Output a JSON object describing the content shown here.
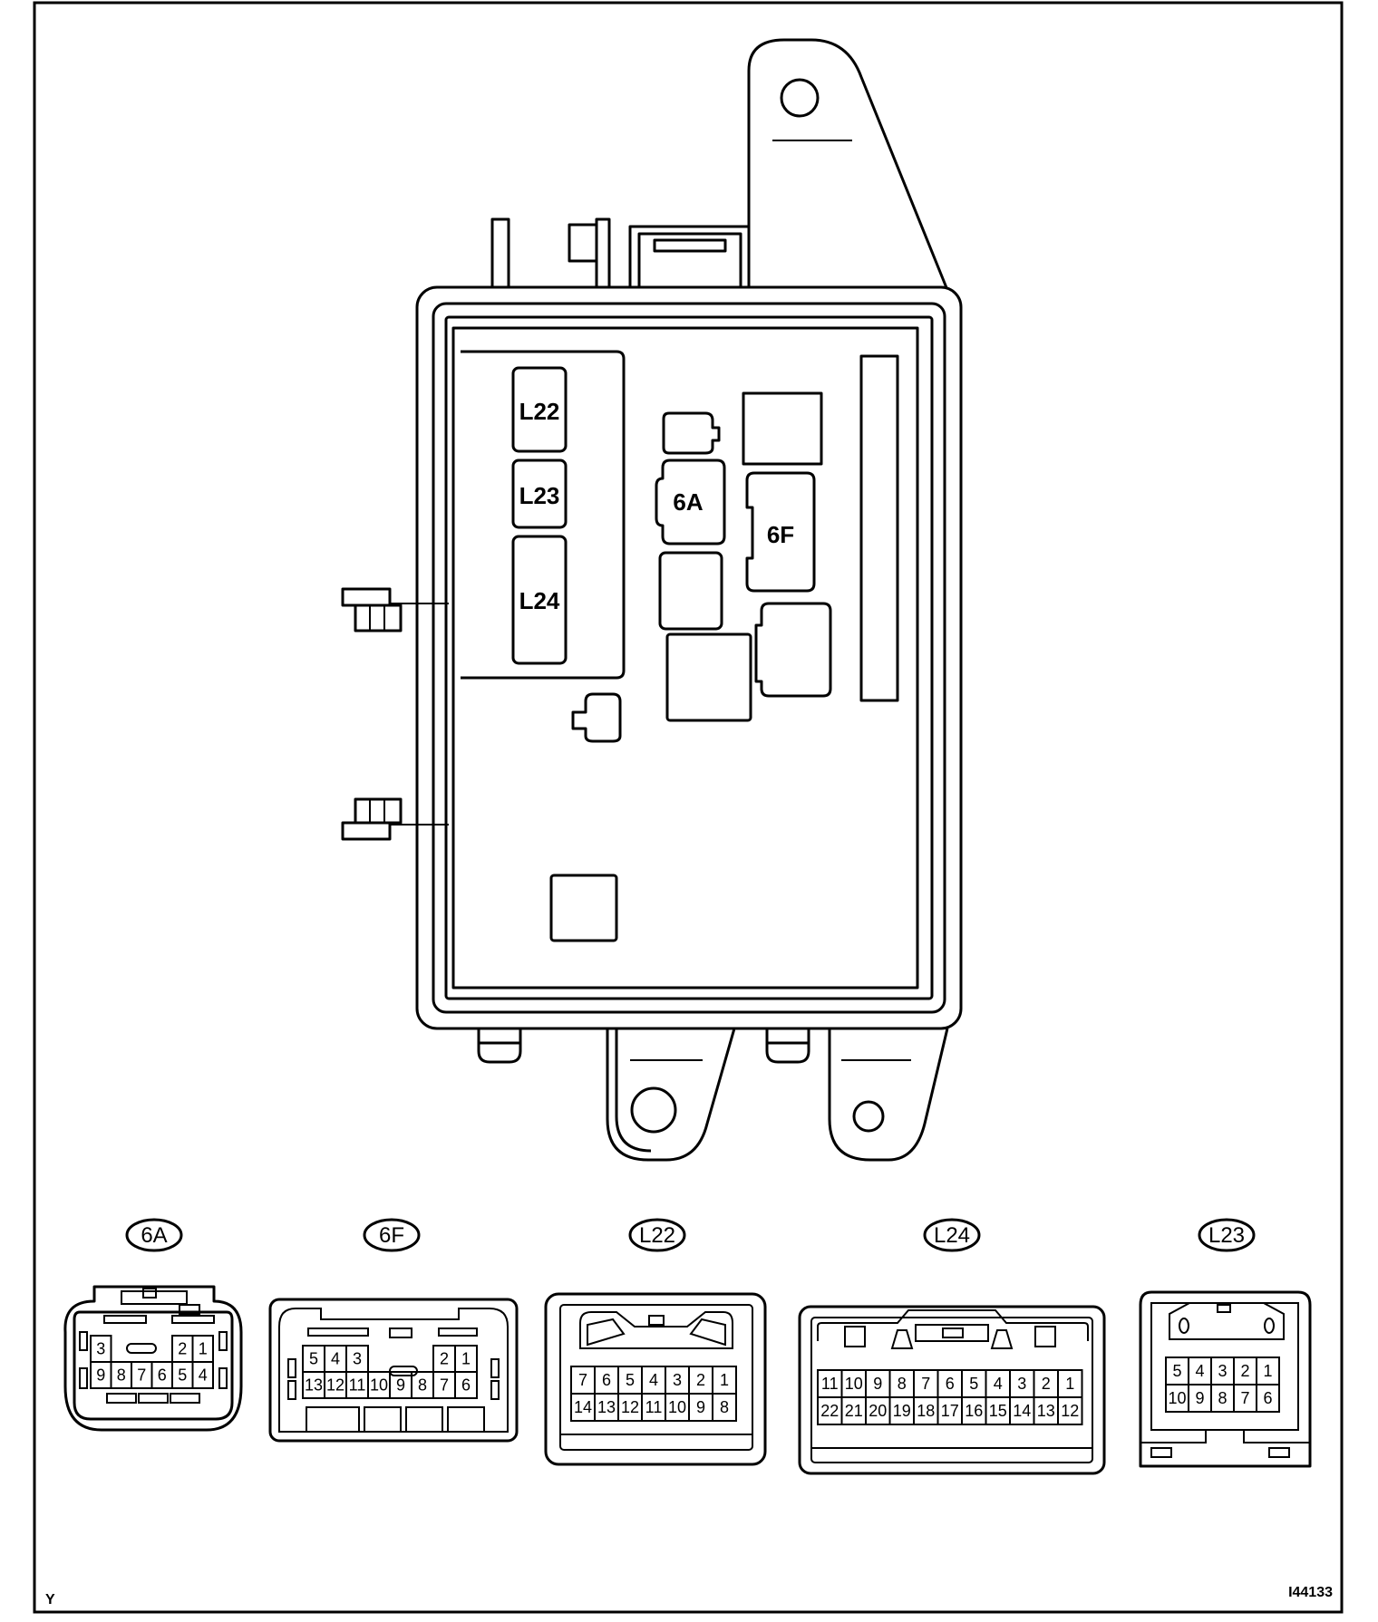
{
  "corner_left": "Y",
  "corner_right": "I44133",
  "box_labels": {
    "l22": "L22",
    "l23": "L23",
    "l24": "L24",
    "c6a": "6A",
    "c6f": "6F"
  },
  "connectors": [
    {
      "tag": "6A",
      "rows": [
        [
          "3",
          "",
          "",
          "",
          "2",
          "1"
        ],
        [
          "9",
          "8",
          "7",
          "6",
          "5",
          "4"
        ]
      ]
    },
    {
      "tag": "6F",
      "rows": [
        [
          "5",
          "4",
          "3",
          "",
          "",
          "",
          "2",
          "1"
        ],
        [
          "13",
          "12",
          "11",
          "10",
          "9",
          "8",
          "7",
          "6"
        ]
      ]
    },
    {
      "tag": "L22",
      "rows": [
        [
          "7",
          "6",
          "5",
          "4",
          "3",
          "2",
          "1"
        ],
        [
          "14",
          "13",
          "12",
          "11",
          "10",
          "9",
          "8"
        ]
      ]
    },
    {
      "tag": "L24",
      "rows": [
        [
          "11",
          "10",
          "9",
          "8",
          "7",
          "6",
          "5",
          "4",
          "3",
          "2",
          "1"
        ],
        [
          "22",
          "21",
          "20",
          "19",
          "18",
          "17",
          "16",
          "15",
          "14",
          "13",
          "12"
        ]
      ]
    },
    {
      "tag": "L23",
      "rows": [
        [
          "5",
          "4",
          "3",
          "2",
          "1"
        ],
        [
          "10",
          "9",
          "8",
          "7",
          "6"
        ]
      ]
    }
  ]
}
